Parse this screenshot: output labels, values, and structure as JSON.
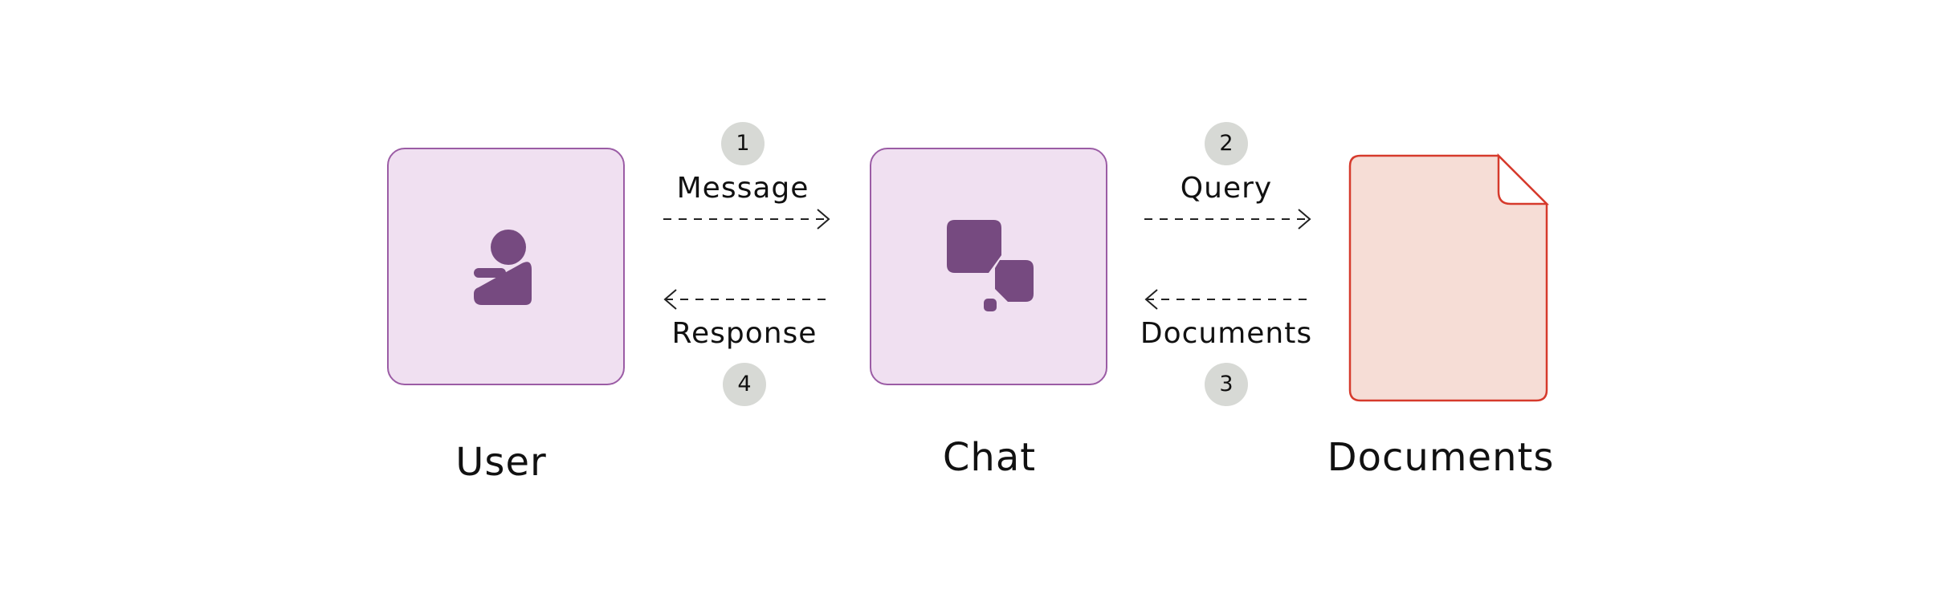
{
  "colors": {
    "node_fill": "#f0e0f1",
    "node_border": "#9b5ca5",
    "icon_fill": "#764a80",
    "document_fill": "#f6ddd6",
    "document_border": "#d63a2c",
    "badge_fill": "#d7d9d5",
    "arrow_stroke": "#222222"
  },
  "nodes": {
    "user": {
      "label": "User",
      "icon": "user-icon"
    },
    "chat": {
      "label": "Chat",
      "icon": "chat-bubbles-icon"
    },
    "documents": {
      "label": "Documents",
      "icon": "document-icon"
    }
  },
  "flows": {
    "message": {
      "step": "1",
      "label": "Message"
    },
    "query": {
      "step": "2",
      "label": "Query"
    },
    "documents": {
      "step": "3",
      "label": "Documents"
    },
    "response": {
      "step": "4",
      "label": "Response"
    }
  }
}
